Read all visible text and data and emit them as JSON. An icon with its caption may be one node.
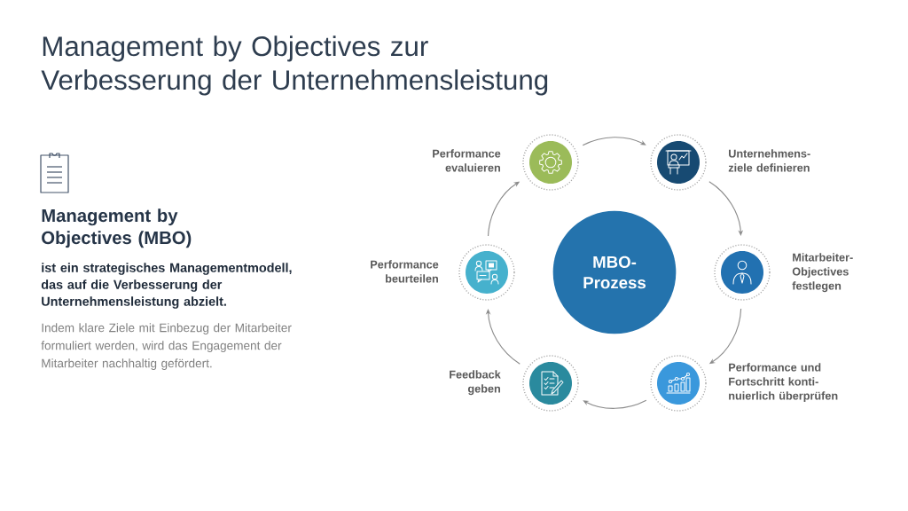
{
  "diagram": {
    "title": "Management by Objectives zur Verbesserung der Unternehmensleistung",
    "nodes": [
      {
        "text": [
          "MBO- Prozess"
        ]
      },
      {
        "text": [
          "Unternehmens- ziele definieren"
        ]
      },
      {
        "text": [
          "Mitarbeiter- Objectives festlegen"
        ]
      },
      {
        "text": [
          "Performance und Fortschritt konti- nuierlich überprüfen"
        ]
      },
      {
        "text": [
          "Feedback geben"
        ]
      },
      {
        "text": [
          "Performance beurteilen"
        ]
      },
      {
        "text": [
          "Performance evaluieren"
        ]
      }
    ],
    "edges": [
      {
        "from": 6,
        "to": 1,
        "arrow": "to"
      },
      {
        "from": 1,
        "to": 2,
        "arrow": "to"
      },
      {
        "from": 2,
        "to": 3,
        "arrow": "to"
      },
      {
        "from": 3,
        "to": 4,
        "arrow": "to"
      },
      {
        "from": 4,
        "to": 5,
        "arrow": "to"
      },
      {
        "from": 5,
        "to": 6,
        "arrow": "to"
      }
    ],
    "labels": [
      "Management by Objectives (MBO)",
      "ist ein strategisches Managementmodell, das auf die Verbesserung der Unternehmensleistung abzielt.",
      "Indem klare Ziele mit Einbezug der Mitarbeiter formuliert werden, wird das Engagement der Mitarbeiter nachhaltig gefördert."
    ]
  }
}
